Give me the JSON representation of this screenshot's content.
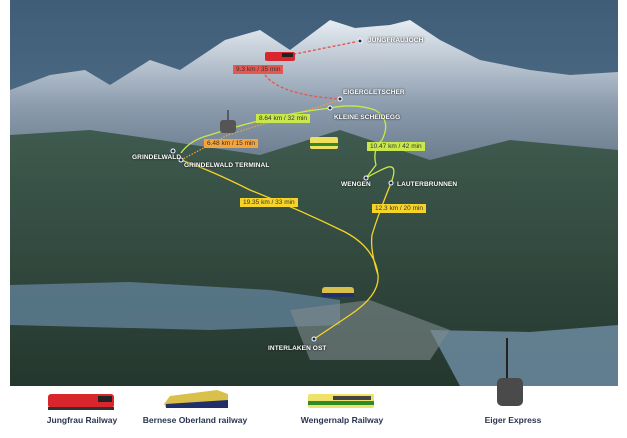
{
  "stations": {
    "jungfraujoch": "JUNGFRAUJOCH",
    "eigergletscher": "EIGERGLETSCHER",
    "kleine_scheidegg": "KLEINE SCHEIDEGG",
    "grindelwald": "GRINDELWALD",
    "grindelwald_terminal": "GRINDELWALD TERMINAL",
    "wengen": "WENGEN",
    "lauterbrunnen": "LAUTERBRUNNEN",
    "interlaken_ost": "INTERLAKEN OST"
  },
  "segments": {
    "jungfrau": {
      "text": "9.3 km / 35 min",
      "color": "#e8574f"
    },
    "wab_upper": {
      "text": "8.64 km / 32 min",
      "color": "#c8e84c"
    },
    "eiger_express": {
      "text": "6.48 km / 15 min",
      "color": "#f5a33b"
    },
    "wab_lower": {
      "text": "10.47 km / 42 min",
      "color": "#c8e84c"
    },
    "bob_grindelwald": {
      "text": "19.35 km / 33 min",
      "color": "#f6d328"
    },
    "bob_lauterbrunnen": {
      "text": "12.3 km / 20 min",
      "color": "#f6d328"
    }
  },
  "legend": [
    {
      "label": "Jungfrau Railway",
      "icon": "red-train-icon"
    },
    {
      "label": "Bernese Oberland railway",
      "icon": "blue-yellow-train-icon"
    },
    {
      "label": "Wengernalp Railway",
      "icon": "green-yellow-train-icon"
    },
    {
      "label": "Eiger Express",
      "icon": "gondola-icon"
    }
  ]
}
